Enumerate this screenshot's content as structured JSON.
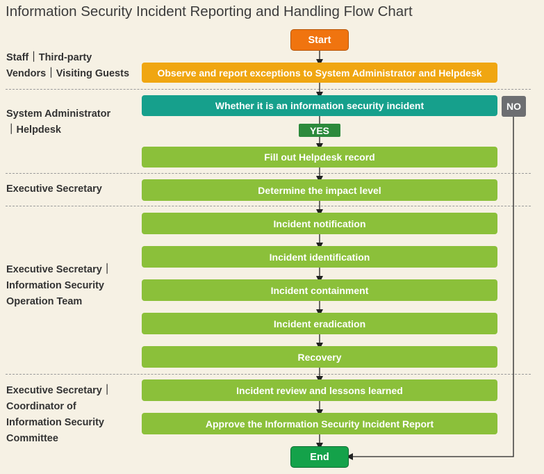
{
  "title": "Information Security Incident Reporting and Handling Flow Chart",
  "lanes": {
    "staff": "Staff｜Third-party\nVendors｜Visiting Guests",
    "sysadmin": "System Administrator\n｜Helpdesk",
    "exec": "Executive Secretary",
    "team": "Executive Secretary｜\nInformation Security\nOperation Team",
    "coord": "Executive Secretary｜\nCoordinator of\nInformation Security\nCommittee"
  },
  "nodes": {
    "start": "Start",
    "observe": "Observe and report exceptions to System Administrator and Helpdesk",
    "decision": "Whether it is an information security incident",
    "no": "NO",
    "yes": "YES",
    "helpdesk": "Fill out Helpdesk record",
    "impact": "Determine the impact level",
    "notification": "Incident notification",
    "identification": "Incident identification",
    "containment": "Incident containment",
    "eradication": "Incident eradication",
    "recovery": "Recovery",
    "review": "Incident review and lessons learned",
    "approve": "Approve the Information Security Incident Report",
    "end": "End"
  },
  "colors": {
    "start": "#f0740f",
    "observe": "#f0a611",
    "decision": "#16a08c",
    "step": "#8bc03a",
    "yes": "#2c8a3c",
    "no": "#6d6e71",
    "end": "#14a24a"
  }
}
